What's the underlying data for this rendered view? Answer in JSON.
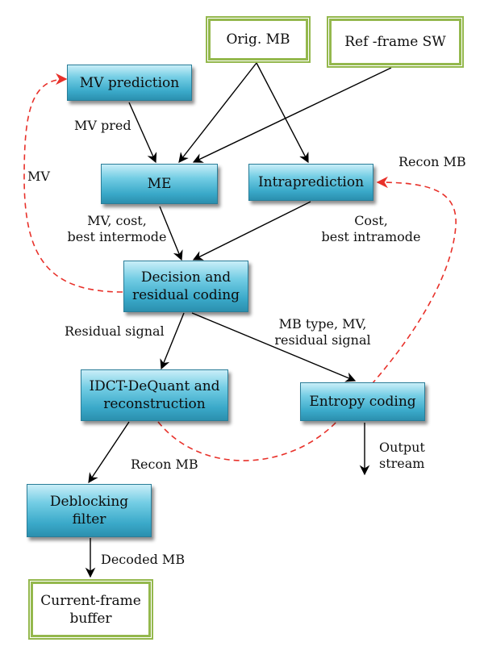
{
  "nodes": {
    "orig_mb": "Orig. MB",
    "ref_frame_sw": "Ref -frame SW",
    "mv_prediction": "MV prediction",
    "me": "ME",
    "intraprediction": "Intraprediction",
    "decision": "Decision and\nresidual coding",
    "idct": "IDCT-DeQuant and\nreconstruction",
    "entropy": "Entropy coding",
    "deblocking": "Deblocking\nfilter",
    "current_frame": "Current-frame\nbuffer"
  },
  "labels": {
    "mv_pred": "MV pred",
    "mv": "MV",
    "recon_mb_top": "Recon MB",
    "mv_cost": "MV, cost,\nbest intermode",
    "cost_intra": "Cost,\nbest intramode",
    "residual_signal": "Residual signal",
    "mb_type": "MB type, MV,\nresidual signal",
    "output_stream": "Output\nstream",
    "recon_mb_bottom": "Recon MB",
    "decoded_mb": "Decoded MB"
  },
  "colors": {
    "box_fill": "#4fb8d6",
    "frame_border": "#94b84d",
    "arrow": "#000000",
    "feedback_arrow": "#e8312a"
  }
}
